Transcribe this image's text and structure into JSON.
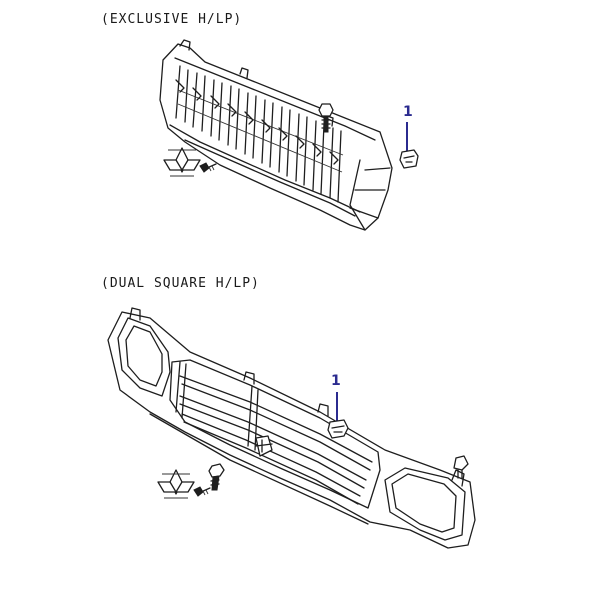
{
  "sections": {
    "exclusive": {
      "label": "(EXCLUSIVE H/LP)",
      "callout": "1"
    },
    "dual": {
      "label": "(DUAL SQUARE H/LP)",
      "callout": "1"
    }
  },
  "colors": {
    "callout": "#2b2b8f",
    "line": "#1e1e1e"
  },
  "icons": [
    "grille-part",
    "mitsubishi-emblem-icon",
    "screw-icon",
    "clip-icon",
    "bolt-icon"
  ]
}
